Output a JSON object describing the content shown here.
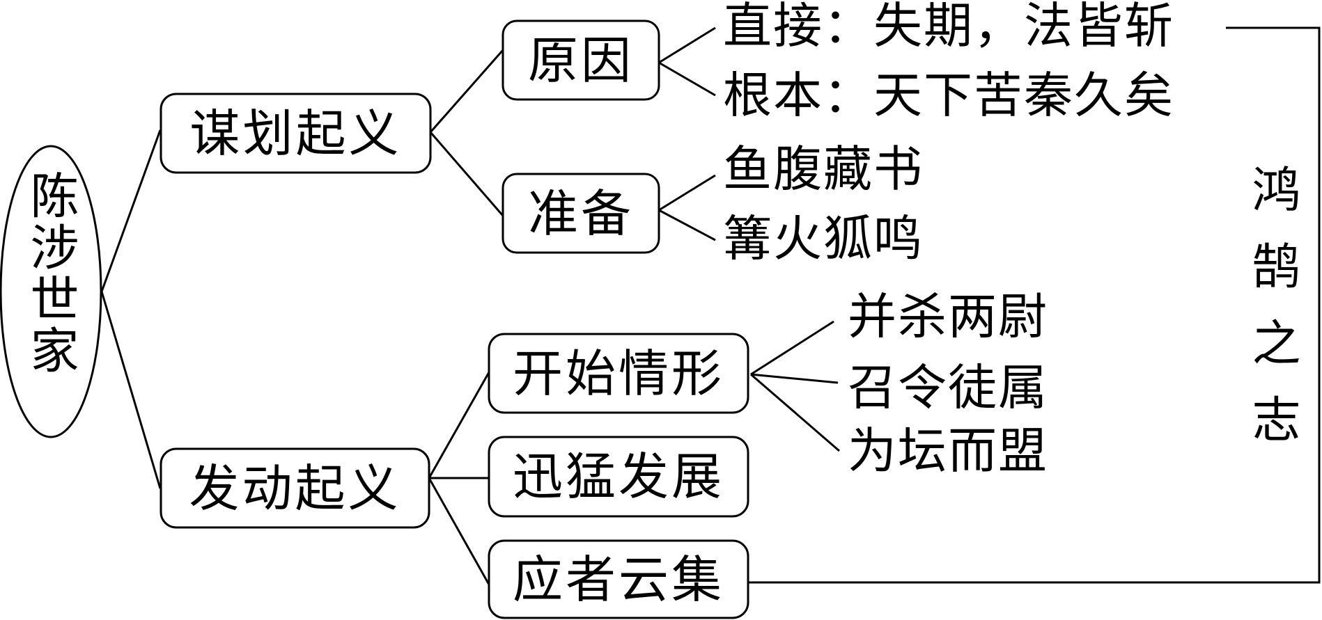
{
  "diagram": {
    "root": "陈涉世家",
    "colors": {
      "line": "#000000",
      "background": "#ffffff"
    },
    "branches": [
      {
        "label": "谋划起义",
        "children": [
          {
            "label": "原因",
            "leaves": [
              "直接：失期，法皆斩",
              "根本：天下苦秦久矣"
            ]
          },
          {
            "label": "准备",
            "leaves": [
              "鱼腹藏书",
              "篝火狐鸣"
            ]
          }
        ]
      },
      {
        "label": "发动起义",
        "children": [
          {
            "label": "开始情形",
            "leaves": [
              "并杀两尉",
              "召令徒属",
              "为坛而盟"
            ]
          },
          {
            "label": "迅猛发展"
          },
          {
            "label": "应者云集"
          }
        ]
      }
    ],
    "summary": "鸿鹄之志"
  }
}
